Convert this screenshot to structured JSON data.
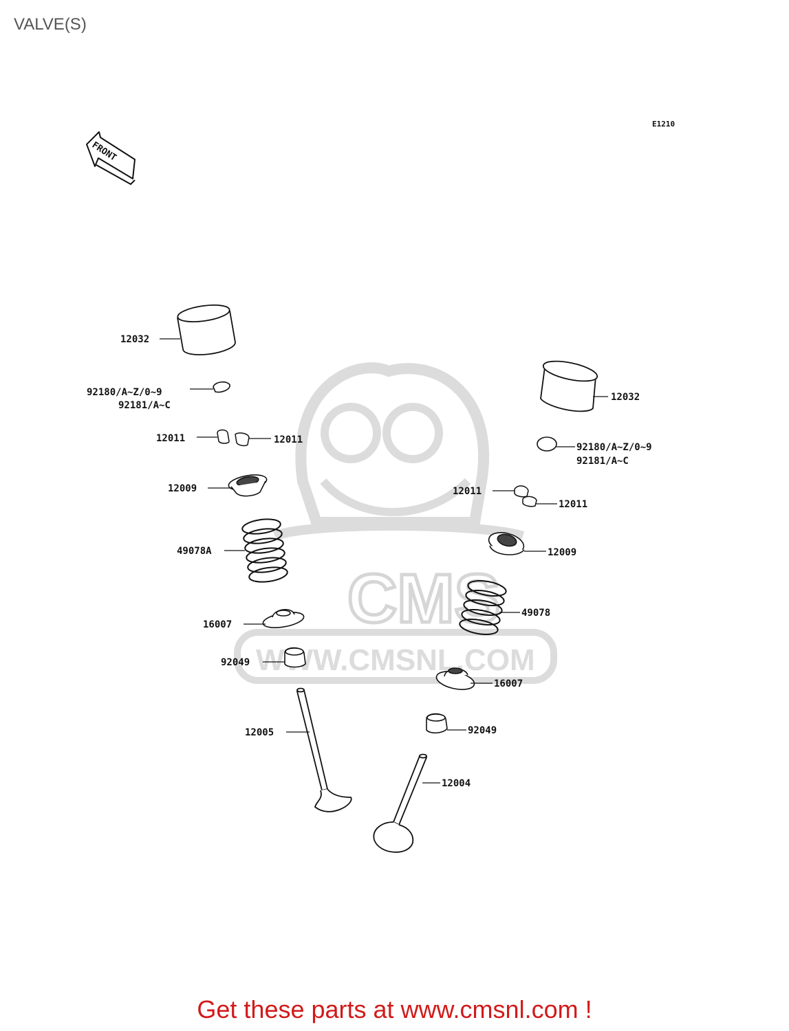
{
  "page": {
    "title": "VALVE(S)",
    "diagram_code": "E1210",
    "front_label": "FRONT",
    "footer_link": "Get these parts at www.cmsnl.com !"
  },
  "watermark": {
    "brand": "CMS",
    "url": "WWW.CMSNL.COM"
  },
  "colors": {
    "footer": "#d11a1a",
    "title": "#555555",
    "line": "#111111",
    "watermark": "#d9d9d9"
  },
  "callouts": [
    "12032",
    "92180/A~Z/0~9",
    "92181/A~C",
    "12011",
    "12011",
    "12009",
    "49078A",
    "16007",
    "92049",
    "12005",
    "12032",
    "92180/A~Z/0~9",
    "92181/A~C",
    "12011",
    "12011",
    "12009",
    "49078",
    "16007",
    "92049",
    "12004"
  ]
}
